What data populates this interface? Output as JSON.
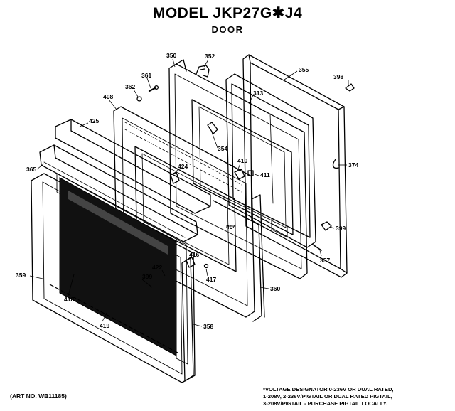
{
  "header": {
    "title": "MODEL JKP27G✱J4",
    "subtitle": "DOOR"
  },
  "parts": [
    {
      "id": "p350",
      "label": "350"
    },
    {
      "id": "p352",
      "label": "352"
    },
    {
      "id": "p355",
      "label": "355"
    },
    {
      "id": "p398",
      "label": "398"
    },
    {
      "id": "p361",
      "label": "361"
    },
    {
      "id": "p362",
      "label": "362"
    },
    {
      "id": "p313",
      "label": "313"
    },
    {
      "id": "p408",
      "label": "408"
    },
    {
      "id": "p425",
      "label": "425"
    },
    {
      "id": "p354",
      "label": "354"
    },
    {
      "id": "p374",
      "label": "374"
    },
    {
      "id": "p410",
      "label": "410"
    },
    {
      "id": "p411",
      "label": "411"
    },
    {
      "id": "p424",
      "label": "424"
    },
    {
      "id": "p365",
      "label": "365"
    },
    {
      "id": "p404",
      "label": "404"
    },
    {
      "id": "p399a",
      "label": "399"
    },
    {
      "id": "p357",
      "label": "357"
    },
    {
      "id": "p416",
      "label": "416"
    },
    {
      "id": "p422",
      "label": "422"
    },
    {
      "id": "p417",
      "label": "417"
    },
    {
      "id": "p359",
      "label": "359"
    },
    {
      "id": "p399b",
      "label": "399"
    },
    {
      "id": "p418",
      "label": "418"
    },
    {
      "id": "p360",
      "label": "360"
    },
    {
      "id": "p419",
      "label": "419"
    },
    {
      "id": "p358",
      "label": "358"
    }
  ],
  "footer": {
    "art_no": "(ART NO. WB11185)",
    "note_lines": [
      "*VOLTAGE DESIGNATOR 0-236V OR DUAL RATED,",
      "1-208V, 2-236V/PIGTAIL OR DUAL RATED PIGTAIL,",
      "3-208V/PIGTAIL - PURCHASE PIGTAIL LOCALLY."
    ]
  }
}
